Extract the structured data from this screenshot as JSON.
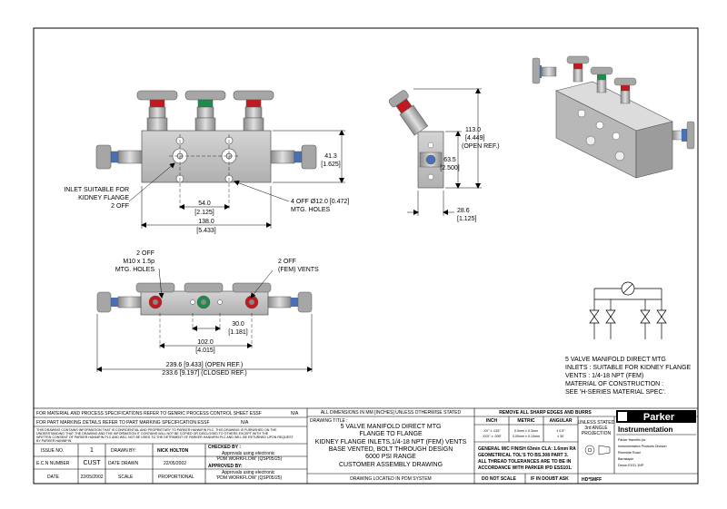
{
  "front_view": {
    "dim_height": "41.3",
    "dim_height_in": "[1.625]",
    "dim_pitch": "54.0",
    "dim_pitch_in": "[2.125]",
    "dim_width": "138.0",
    "dim_width_in": "[5.433]",
    "note_inlet": [
      "INLET SUITABLE FOR",
      "KIDNEY FLANGE",
      "2 OFF"
    ],
    "note_mtg": [
      "4 OFF Ø12.0 [0.472]",
      "MTG. HOLES"
    ]
  },
  "side_view": {
    "dim_height_open": "113.0",
    "dim_height_open_in": "[4.449]",
    "dim_height_open_ref": "(OPEN REF.)",
    "dim_body": "63.5",
    "dim_body_in": "[2.500]",
    "dim_depth": "28.6",
    "dim_depth_in": "[1.125]"
  },
  "plan_view": {
    "note_holes": [
      "2 OFF",
      "M10 x 1.5p",
      "MTG. HOLES"
    ],
    "note_vents": [
      "2 OFF",
      "(FEM) VENTS"
    ],
    "dim_vent": "30.0",
    "dim_vent_in": "[1.181]",
    "dim_mid": "102.0",
    "dim_mid_in": "[4.015]",
    "dim_open": "239.6 [9.433] (OPEN REF.)",
    "dim_closed": "233.6 [9.197] (CLOSED REF.)"
  },
  "spec": {
    "lines": [
      "5 VALVE MANIFOLD DIRECT MTG",
      "INLETS : SUITABLE FOR KIDNEY FLANGE",
      "VENTS : 1/4-18 NPT (FEM)",
      "MATERIAL OF CONSTRUCTION :",
      "SEE 'H-SERIES MATERIAL SPEC'."
    ]
  },
  "colors": {
    "handle": "#a6a6a6",
    "body": "#c4c4c4",
    "red": "#c0191f",
    "green": "#1f8a4c",
    "blue": "#4a6fb5"
  },
  "title_block": {
    "row1_left": "FOR MATERIAL AND PROCESS SPECIFICATIONS REFER TO GENRIC PROCESS CONTROL SHEET ESSF",
    "row1_na": "N/A",
    "row2_left": "FOR PART MARKING DETAILS REFER TO PART MARKING SPECIFICATION ESSF",
    "row2_na": "N/A",
    "confidential": [
      "THIS DRAWING CONTAINS INFORMATION THAT IS CONFIDENTIAL AND PROPRIETARY TO PARKER HANNIFIN PLC. THIS DRAWING IS FURNISHED ON THE",
      "UNDERSTANDING THAT THE DRAWING AND THE INFORMATION IT CONTAINS WILL NOT BE COPIED OR DISCLOSED TO OTHERS EXCEPT WITH THE",
      "WRITTEN CONSENT OF PARKER HANNIFIN PLC AND WILL NOT BE USED TO THE DETRIMENT OF PARKER HANNIFIN PLC AND WILL BE RETURNED UPON REQUEST",
      "BY PARKER HANNIFIN."
    ],
    "issue_label": "ISSUE NO.",
    "issue_value": "1",
    "drawn_label": "DRAWN BY:",
    "drawn_value": "NICK HOLTON",
    "ecn_label": "E.C.N NUMBER",
    "ecn_value": "CUST",
    "date_drawn_label": "DATE DRAWN",
    "date_drawn_value": "22/05/2002",
    "date_label": "DATE",
    "date_value": "22/05/2002",
    "scale_label": "SCALE",
    "scale_value": "PROPORTIONAL",
    "checked_label": "CHECKED BY :",
    "checked_lines": [
      "Approvals using electronic",
      "'PDM WORKFLOW' (QSP05/25)"
    ],
    "approved_label": "APPROVED BY:",
    "approved_lines": [
      "Approvals using electronic",
      "'PDM WORKFLOW' (QSP05/25)"
    ],
    "dims_note": "ALL DIMENSIONS IN MM [INCHES] UNLESS OTHERWISE STATED",
    "drawing_title_label": "DRAWING TITLE :",
    "drawing_title": [
      "5 VALVE MANIFOLD DIRECT MTG",
      "FLANGE TO FLANGE",
      "KIDNEY FLANGE INLETS,1/4-18 NPT (FEM) VENTS",
      "BASE VENTED, BOLT THROUGH DESIGN",
      "6000 PSI RANGE",
      "CUSTOMER ASSEMBLY DRAWING"
    ],
    "pdm_note": "DRAWING LOCATED IN PDM SYSTEM",
    "remove_note": "REMOVE ALL SHARP EDGES AND BURRS",
    "tol_headers": [
      "INCH",
      "METRIC",
      "ANGULAR"
    ],
    "tol_inch": [
      ".XX\" ± .015\"",
      ".XXX\" ± .005\""
    ],
    "tol_metric": [
      "0.0mm ± 0.3mm",
      "0.00mm ± 0.13mm"
    ],
    "tol_angular": [
      "± 0.5°",
      "± 30'"
    ],
    "unless_stated": [
      "UNLESS STATED",
      "3rd ANGLE",
      "PROJECTION"
    ],
    "general_notes": [
      "GENERAL M/C FINISH 63min CLA: 1.6mm RA",
      "GEOMETRICAL TOL'S TO BS.308 PART 3.",
      "ALL THREAD TOLERANCES ARE TO BE IN",
      "ACCORDANCE WITH PARKER IPD ESS101."
    ],
    "do_not_scale": "DO NOT SCALE",
    "if_in_doubt": "IF IN DOUBT ASK",
    "part_number": "HD*5MFF",
    "brand": "Parker",
    "division": "Instrumentation",
    "address": [
      "Parker Hannifin plc",
      "Instrumentation Products Division",
      "Riverside Road",
      "Barnstaple",
      "Devon EX31 1NP"
    ]
  }
}
